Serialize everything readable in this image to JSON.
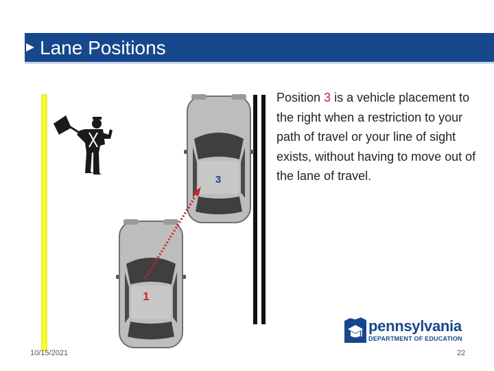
{
  "slide": {
    "title": "Lane Positions",
    "date": "10/15/2021",
    "page_number": "22"
  },
  "text": {
    "prefix": "Position ",
    "highlight": "3",
    "suffix": " is a vehicle placement to the right when a restriction to your path of travel or your line of sight exists, without having to move out of the lane of travel."
  },
  "diagram": {
    "label_position_1": "1",
    "label_position_3": "3"
  },
  "logo": {
    "wordmark": "pennsylvania",
    "subtitle": "DEPARTMENT OF EDUCATION"
  },
  "colors": {
    "title_bar": "#17478c",
    "highlight": "#c0282d",
    "edge_line": "#ffff22",
    "label_1": "#d22020",
    "label_3": "#1f3f8f"
  }
}
